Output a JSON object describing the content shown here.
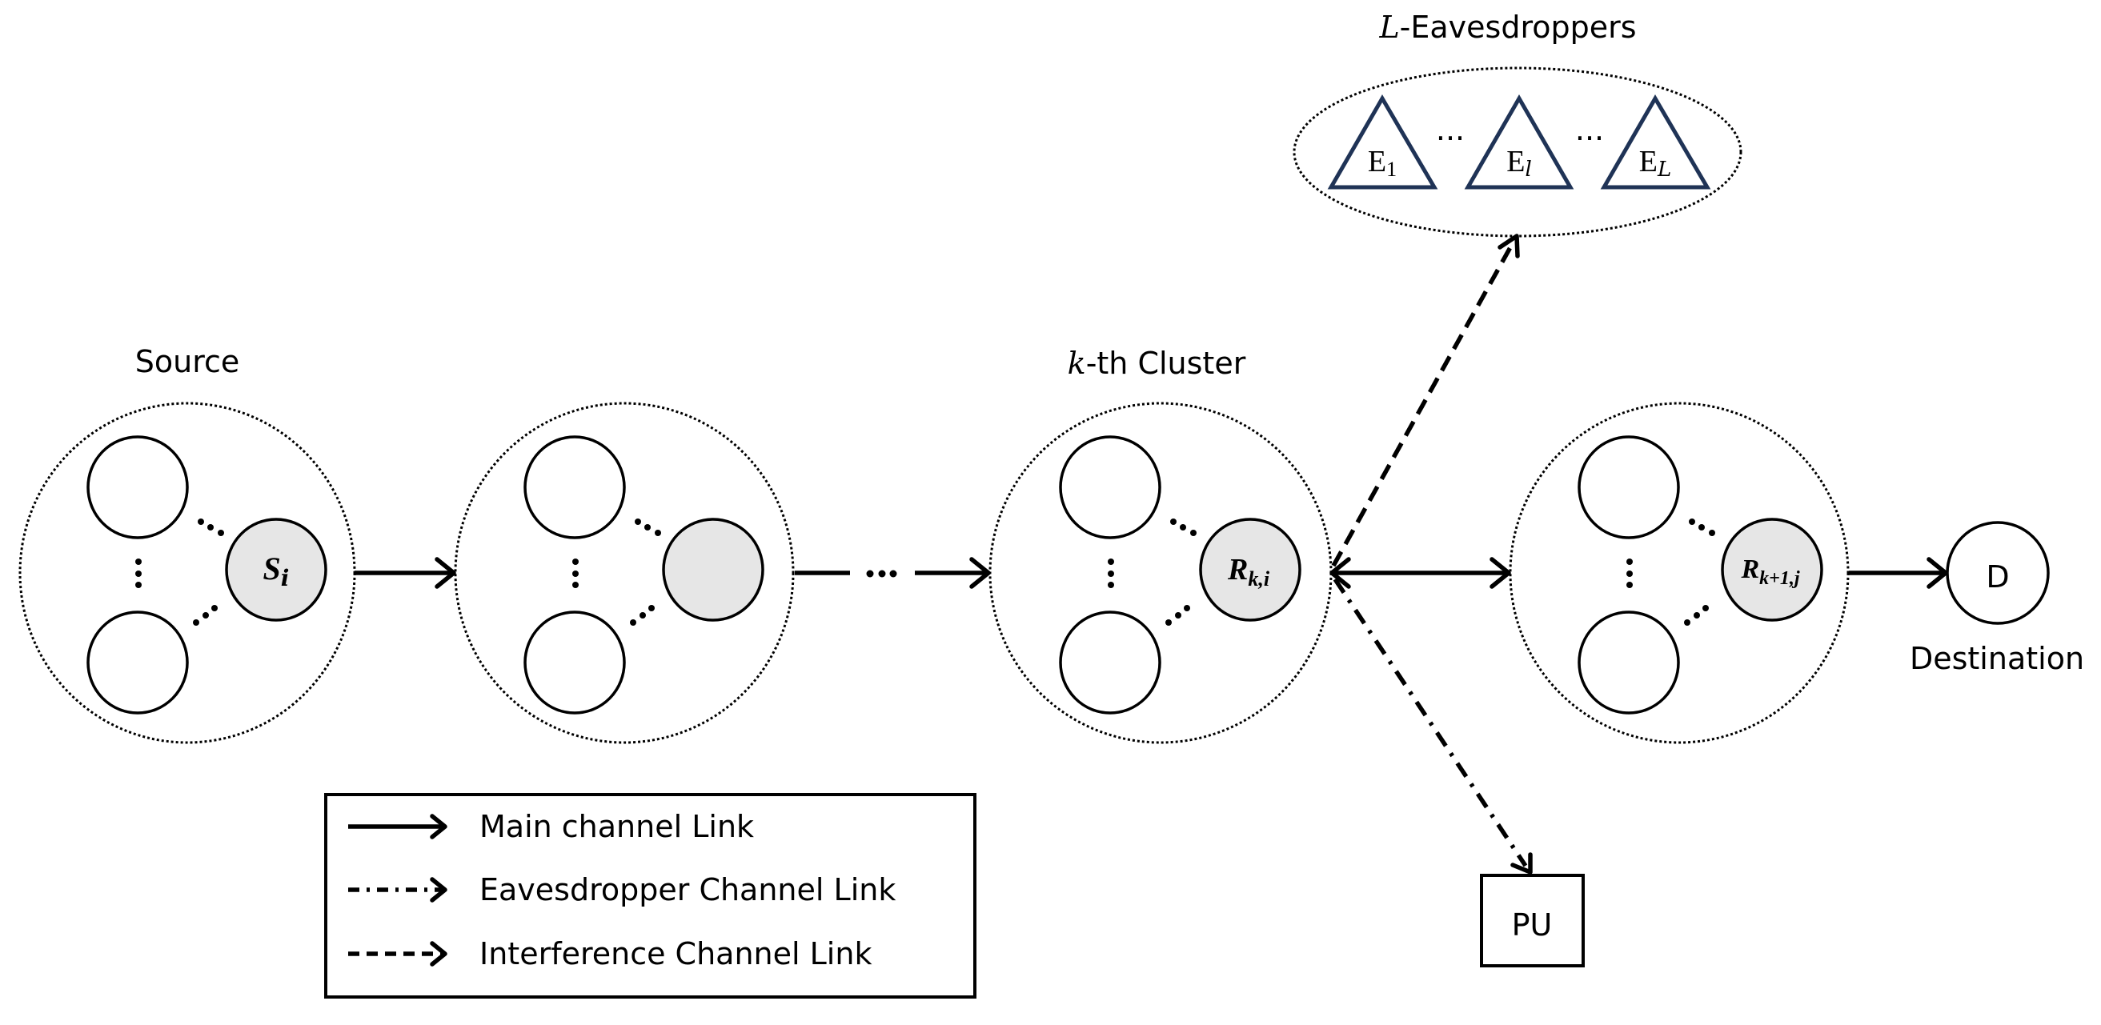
{
  "diagram": {
    "labels": {
      "source": "Source",
      "kth_cluster_var": "k",
      "kth_cluster_rest": "-th Cluster",
      "eavesdroppers_var": "L",
      "eavesdroppers_rest": "-Eavesdroppers",
      "destination": "Destination",
      "ellipsis": "···"
    },
    "nodes": {
      "source_node": {
        "main": "S",
        "sub": "i"
      },
      "relay_k": {
        "main": "R",
        "sub": "k,i"
      },
      "relay_k1": {
        "main": "R",
        "sub": "k+1,j"
      },
      "destination": "D",
      "primary_user": "PU"
    },
    "eavesdroppers": [
      {
        "main": "E",
        "sub": "1"
      },
      {
        "main": "E",
        "sub": "l"
      },
      {
        "main": "E",
        "sub": "L"
      }
    ],
    "legend": [
      {
        "style": "solid",
        "label": "Main channel Link"
      },
      {
        "style": "dash-dot",
        "label": "Eavesdropper Channel Link"
      },
      {
        "style": "dashed",
        "label": "Interference Channel Link"
      }
    ],
    "colors": {
      "selected_node_fill": "#e6e6e6",
      "eavesdropper_stroke": "#1f3356"
    }
  }
}
